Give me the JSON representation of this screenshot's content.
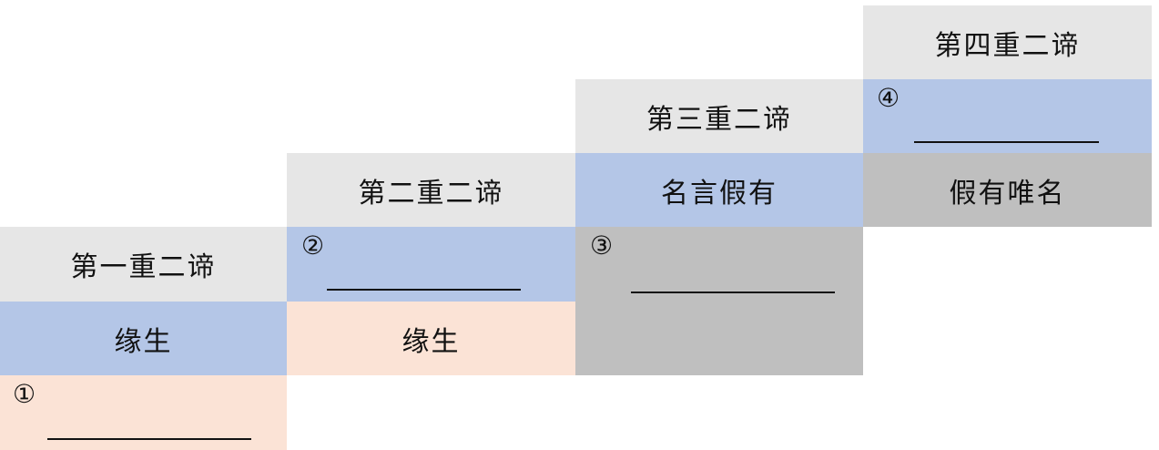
{
  "levels": {
    "level1": {
      "title": "第一重二谛",
      "upper": "缘生",
      "lower_number": "①"
    },
    "level2": {
      "title": "第二重二谛",
      "upper_number": "②",
      "lower": "缘生"
    },
    "level3": {
      "title": "第三重二谛",
      "upper": "名言假有",
      "lower_number": "③"
    },
    "level4": {
      "title": "第四重二谛",
      "upper_number": "④",
      "lower": "假有唯名"
    }
  },
  "colors": {
    "title_bg": "#e6e6e6",
    "blue": "#b4c6e7",
    "peach": "#fbe3d6",
    "grey": "#bfbfbf"
  }
}
